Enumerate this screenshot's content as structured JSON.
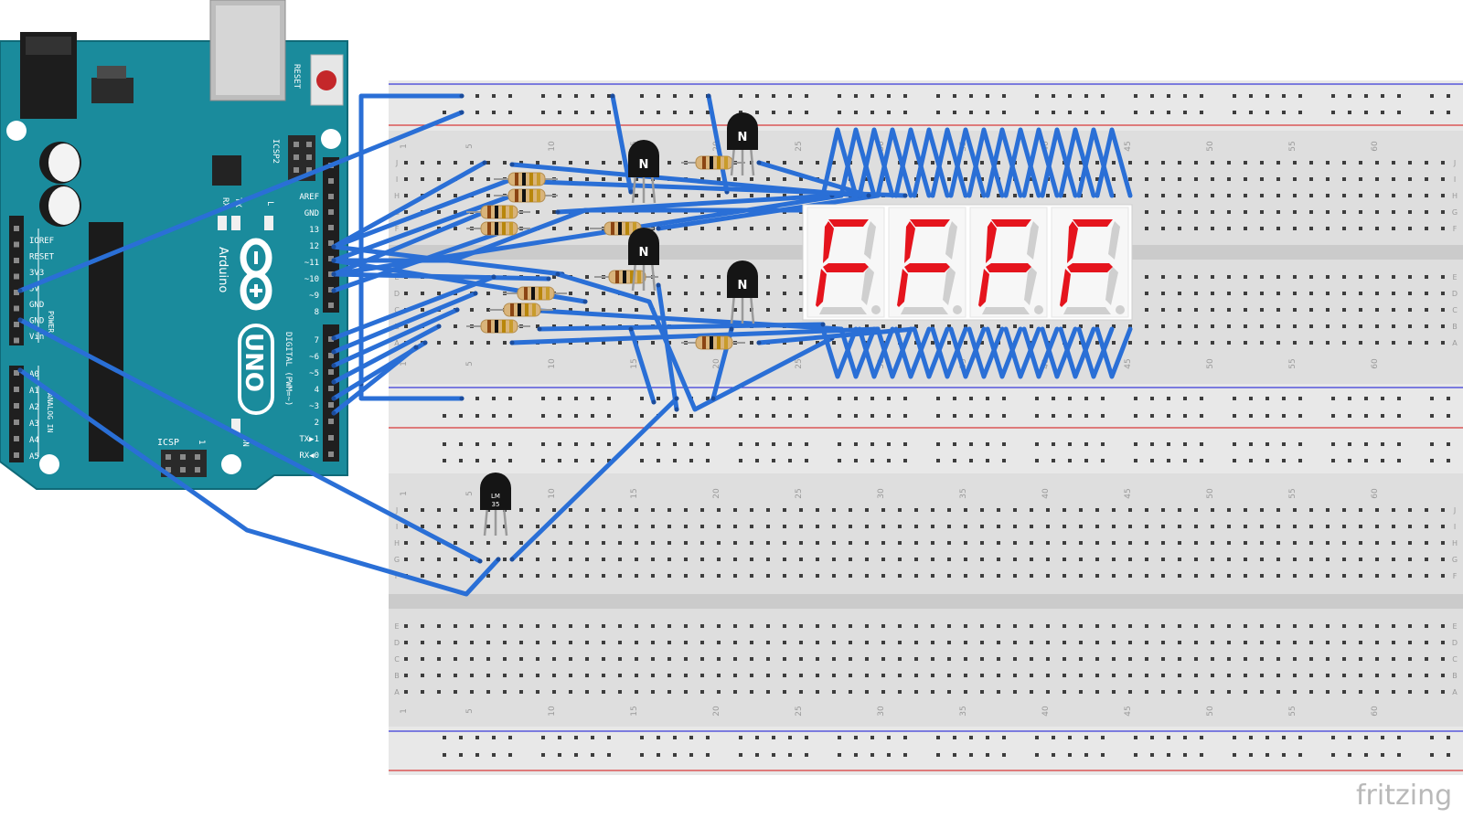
{
  "arduino": {
    "brand": "Arduino",
    "model": "UNO",
    "reset_label": "RESET",
    "icsp_top_label": "ICSP2",
    "icsp_bottom_label": "ICSP",
    "icsp_pin1_label": "1",
    "tx_label": "TX",
    "rx_label": "RX",
    "l_label": "L",
    "on_label": "ON",
    "digital_label": "DIGITAL (PWM=~)",
    "power_label": "POWER",
    "analog_label": "ANALOG IN",
    "power_pins": [
      "IOREF",
      "RESET",
      "3V3",
      "5V",
      "GND",
      "GND",
      "Vin"
    ],
    "analog_pins": [
      "A0",
      "A1",
      "A2",
      "A3",
      "A4",
      "A5"
    ],
    "header_top": [
      "AREF",
      "GND",
      "13",
      "12",
      "~11",
      "~10",
      "~9",
      "8"
    ],
    "header_bottom": [
      "7",
      "~6",
      "~5",
      "4",
      "~3",
      "2",
      "TX▶1",
      "RX◀0"
    ]
  },
  "breadboard": {
    "column_numbers": [
      "1",
      "5",
      "10",
      "15",
      "20",
      "25",
      "30",
      "35",
      "40",
      "45",
      "50",
      "55",
      "60"
    ],
    "row_letters_top": [
      "J",
      "I",
      "H",
      "G",
      "F"
    ],
    "row_letters_bottom": [
      "E",
      "D",
      "C",
      "B",
      "A"
    ]
  },
  "display": {
    "digits": [
      "F",
      "F",
      "F",
      "F"
    ],
    "segment_on_color": "#e5141d",
    "segment_off_color": "#cfcfcf"
  },
  "transistor_label": "N",
  "sensor_label_1": "LM",
  "sensor_label_2": "35",
  "wire_color": "#2a6fd6",
  "board_color": "#1a8b9c",
  "watermark": "fritzing"
}
